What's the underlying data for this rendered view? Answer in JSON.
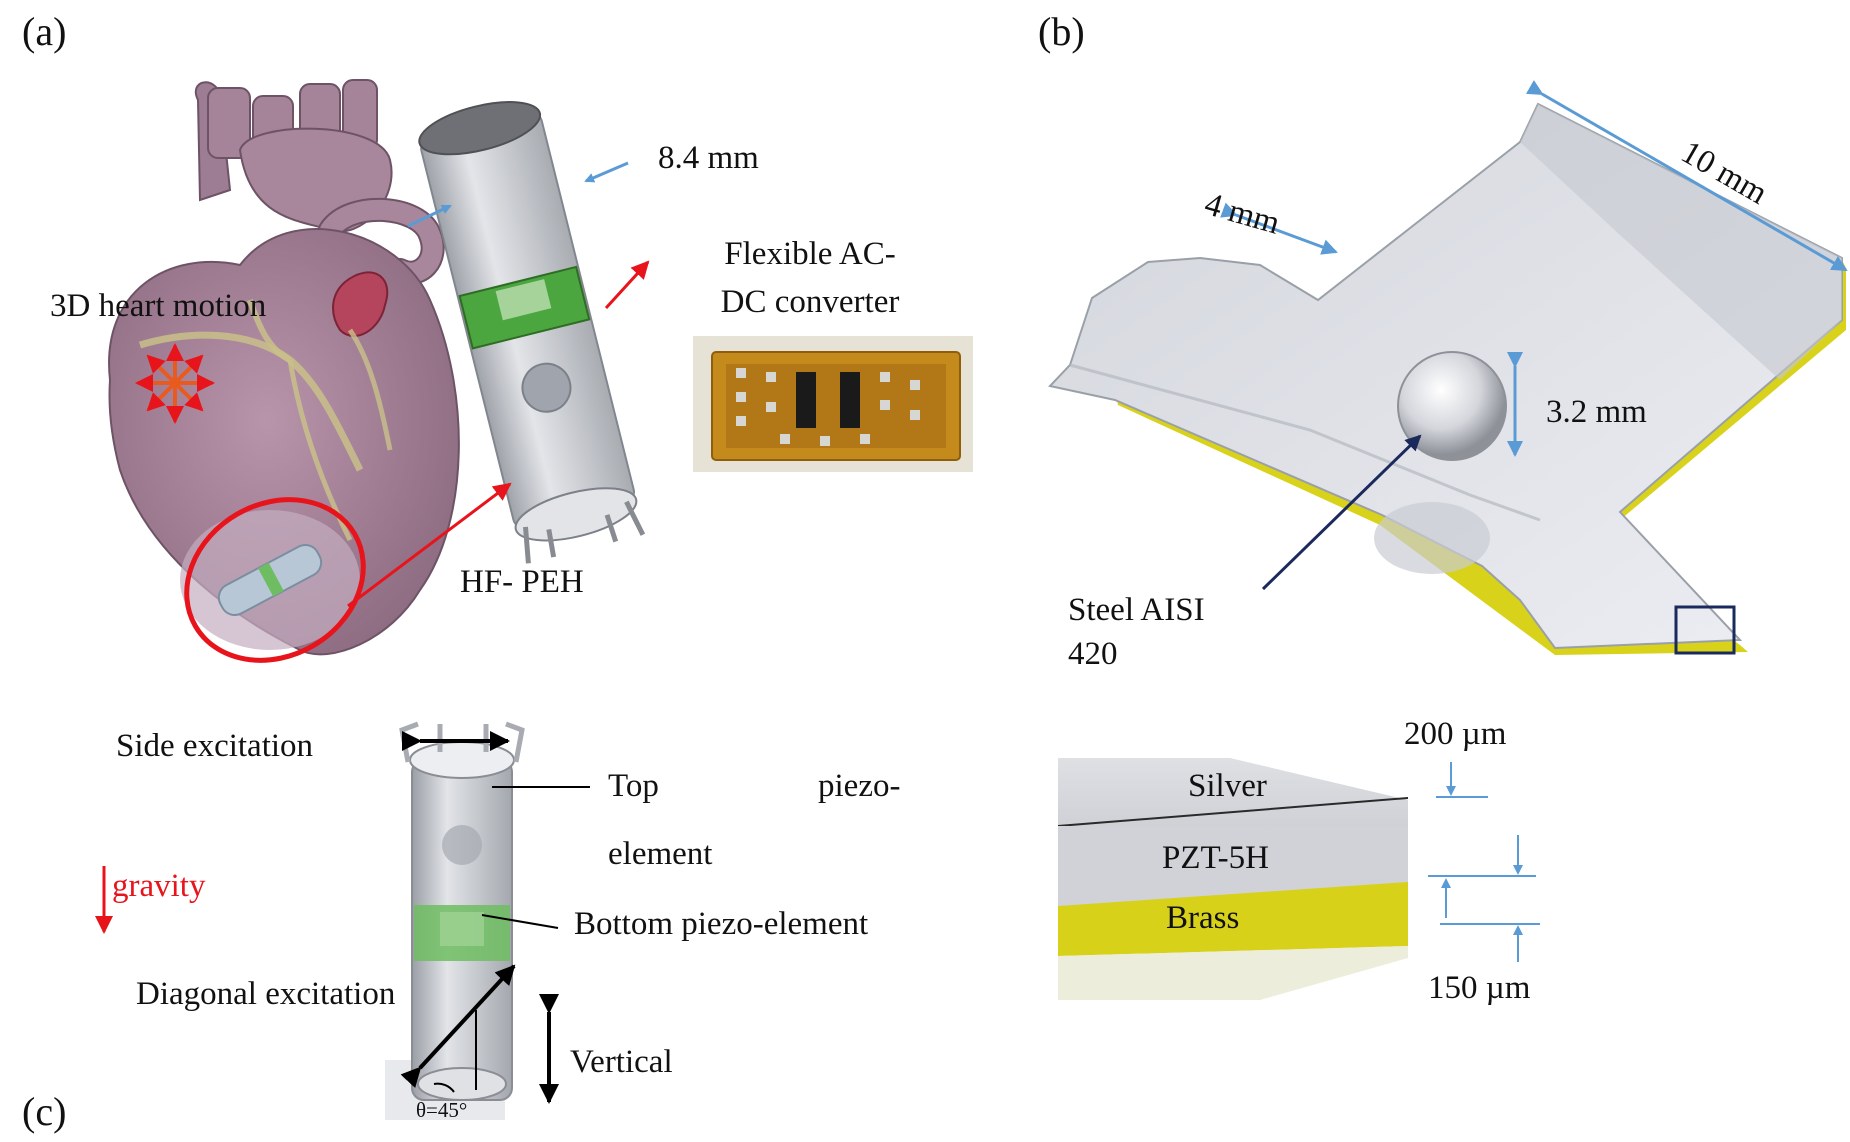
{
  "panels": {
    "a": {
      "label": "(a)",
      "heart_motion": "3D heart motion",
      "device": "HF- PEH",
      "diameter": "8.4 mm",
      "converter_line1": "Flexible AC-",
      "converter_line2": "DC converter"
    },
    "b": {
      "label": "(b)",
      "width": "4 mm",
      "length": "10 mm",
      "ball_size": "3.2 mm",
      "ball_material_line1": "Steel AISI",
      "ball_material_line2": "420",
      "layers": [
        "Silver",
        "PZT-5H",
        "Brass"
      ],
      "thickness_top": "200 µm",
      "thickness_bottom": "150 µm"
    },
    "c": {
      "label": "(c)",
      "side_excitation": "Side excitation",
      "top_element_1": "Top",
      "top_element_2": "piezo-",
      "top_element_3": "element",
      "bottom_element": "Bottom piezo-element",
      "gravity": "gravity",
      "diagonal": "Diagonal excitation",
      "vertical": "Vertical",
      "angle": "θ=45°"
    }
  },
  "colors": {
    "arrow_blue": "#5b9bd5",
    "arrow_red": "#e8141c",
    "heart": "#a7859a",
    "brass": "#d9d21a",
    "device_green": "#4ca640"
  }
}
